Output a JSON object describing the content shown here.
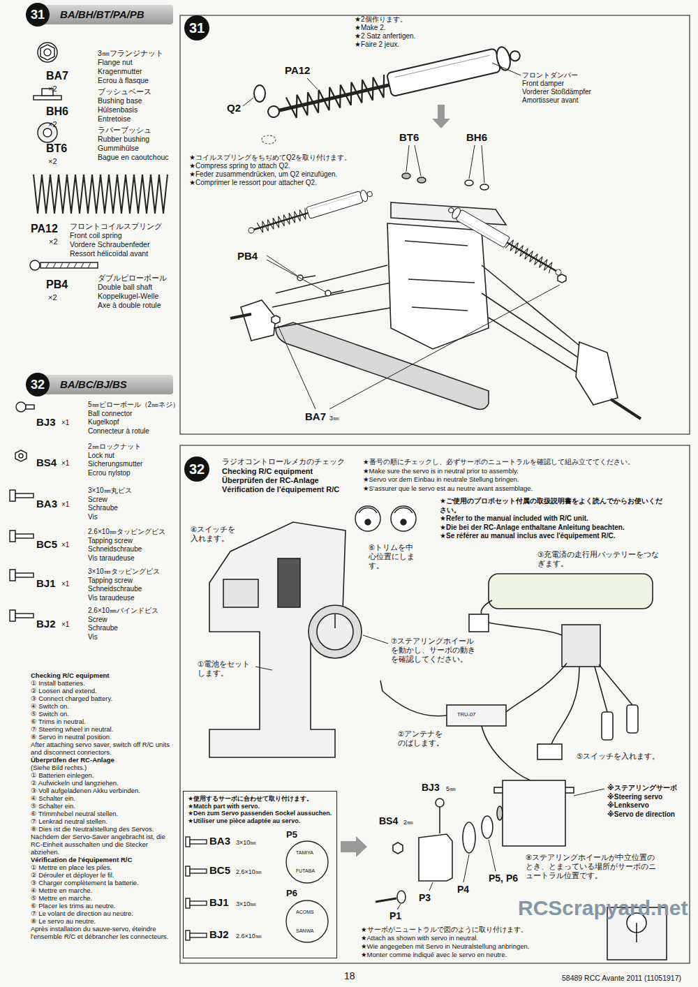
{
  "diagram": {
    "nodes": [
      {
        "text": [
          "BA/BH/BT/PA/PB"
        ]
      },
      {
        "text": [
          "31"
        ],
        "in": 0
      },
      {
        "text": [
          "31"
        ]
      },
      {
        "text": [
          "BA/BC/BJ/BS"
        ]
      },
      {
        "text": [
          "32"
        ],
        "in": 3
      },
      {
        "text": [
          "32"
        ]
      },
      {
        "text": [
          "★使用するサーボに合わせて取り付けます。",
          "★Match part with servo.",
          "★Den zum Servo passenden Sockel aussuchen.",
          "★Utiliser une pièce adaptée au servo."
        ]
      }
    ],
    "labels": [
      "BA7",
      "×2",
      "3㎜フランジナット",
      "Flange nut",
      "Kragenmutter",
      "Ecrou à flasque",
      "BH6",
      "×2",
      "ブッシュベース",
      "Bushing base",
      "Hülsenbasis",
      "Entretoise",
      "BT6",
      "×2",
      "ラバーブッシュ",
      "Rubber bushing",
      "Gummihülse",
      "Bague en caoutchouc",
      "PA12",
      "×2",
      "フロントコイルスプリング",
      "Front coil spring",
      "Vordere Schraubenfeder",
      "Ressort hélicoïdal avant",
      "PB4",
      "×2",
      "ダブルピローボール",
      "Double ball shaft",
      "Koppelkugel-Welle",
      "Axe à double rotule",
      "PA12",
      "★2個作ります。",
      "★Make 2.",
      "★2 Satz anfertigen.",
      "★Faire 2 jeux.",
      "フロントダンパー",
      "Front damper",
      "Vorderer Stoßdämpfer",
      "Amortisseur avant",
      "Q2",
      "★コイルスプリングをちぢめてQ2を取り付けます。",
      "★Compress spring to attach Q2.",
      "★Feder zusammendrücken, um Q2 einzufügen.",
      "★Comprimer le ressort pour attacher Q2.",
      "BT6",
      "BH6",
      "PB4",
      "BA7",
      "3㎜",
      "BJ3",
      "×1",
      "5㎜ピローボール（2㎜ネジ）",
      "Ball connector",
      "Kugelkopf",
      "Connecteur à rotule",
      "BS4",
      "×1",
      "2㎜ロックナット",
      "Lock nut",
      "Sicherungsmutter",
      "Ecrou nylstop",
      "BA3",
      "×1",
      "3×10㎜丸ビス",
      "Screw",
      "Schraube",
      "Vis",
      "BC5",
      "×1",
      "2.6×10㎜タッピングビス",
      "Tapping screw",
      "Schneidschraube",
      "Vis taraudeuse",
      "BJ1",
      "×1",
      "3×10㎜タッピングビス",
      "Tapping screw",
      "Schneidschraube",
      "Vis taraudeuse",
      "BJ2",
      "×1",
      "2.6×10㎜バインドビス",
      "Screw",
      "Schraube",
      "Vis",
      "Checking R/C equipment",
      "① Install batteries.",
      "② Loosen and extend.",
      "③ Connect charged battery.",
      "④ Switch on.",
      "⑤ Switch on.",
      "⑥ Trims in neutral.",
      "⑦ Steering wheel in neutral.",
      "⑧ Servo in neutral position.",
      "After attaching servo saver, switch off R/C units and disconnect connectors.",
      "Überprüfen der RC-Anlage",
      "(Siehe Bild rechts.)",
      "① Batterien einlegen.",
      "② Aufwickeln und langziehen.",
      "③ Voll aufgeladenen Akku verbinden.",
      "④ Schalter ein.",
      "⑤ Schalter ein.",
      "⑥ Trimmhebel neutral stellen.",
      "⑦ Lenkrad neutral stellen.",
      "⑧ Dies ist die Neutralstellung des Servos. Nachdem der Servo-Saver angebracht ist, die RC-Einheit ausschalten und die Stecker abziehen.",
      "Vérification de l'équipement R/C",
      "① Mettre en place les piles.",
      "② Dérouler et déployer le fil.",
      "③ Charger complètement la batterie.",
      "④ Mettre en marche.",
      "⑤ Mettre en marche.",
      "⑥ Placer les trims au neutre.",
      "⑦ Le volant de direction au neutre.",
      "⑧ Le servo au neutre.",
      "Après installation du sauve-servo, éteindre l'ensemble R/C et débrancher les connecteurs.",
      "ラジオコントロールメカのチェック",
      "Checking R/C equipment",
      "Überprüfen der RC-Anlage",
      "Vérification de l'équipement R/C",
      "★番号の順にチェックし、必ずサーボのニュートラルを確認して組み立ててください。",
      "★Make sure the servo is in neutral prior to assembly.",
      "★Servo vor dem Einbau in neutrale Stellung bringen.",
      "★S'assurer que le servo est au neutre avant assemblage.",
      "★ご使用のプロポセット付属の取扱説明書をよく読んでからお使いください。",
      "★Refer to the manual included with R/C unit.",
      "★Die bei der RC-Anlage enthaltane Anleitung beachten.",
      "★Se référer au manual inclus avec l'équipement R/C.",
      "④スイッチを入れます。",
      "⑥トリムを中心位置にします。",
      "③充電済の走行用バッテリーをつなぎます。",
      "⑦ステアリングホイールを動かし、サーボの動きを確認してください。",
      "①電池をセットします。",
      "②アンテナをのばします。",
      "⑤スイッチを入れます。",
      "TRU-07",
      "※ステアリングサーボ",
      "※Steering servo",
      "※Lenkservo",
      "※Servo de direction",
      "BJ3",
      "5㎜",
      "BS4",
      "2㎜",
      "⑧ステアリングホイールが中立位置のとき、とまっている場所がサーボのニュートラル位置です。",
      "P5, P6",
      "P4",
      "P3",
      "P1",
      "P5",
      "TAMIYA",
      "FUTABA",
      "P6",
      "ACOMS",
      "SANWA",
      "BA3",
      "3×10㎜",
      "BC5",
      "2.6×10㎜",
      "BJ1",
      "3×10㎜",
      "BJ2",
      "2.6×10㎜",
      "★サーボがニュートラルで図のように取り付けます。",
      "★Attach as shown with servo in neutral.",
      "★Wie angegeben mit Servo in Neutralstellung anbringen.",
      "★Monter comme indiqué avec le servo en neutre.",
      "18",
      "58489 RCC Avante 2011 (11051917)",
      "RCScrapyard.net"
    ]
  }
}
